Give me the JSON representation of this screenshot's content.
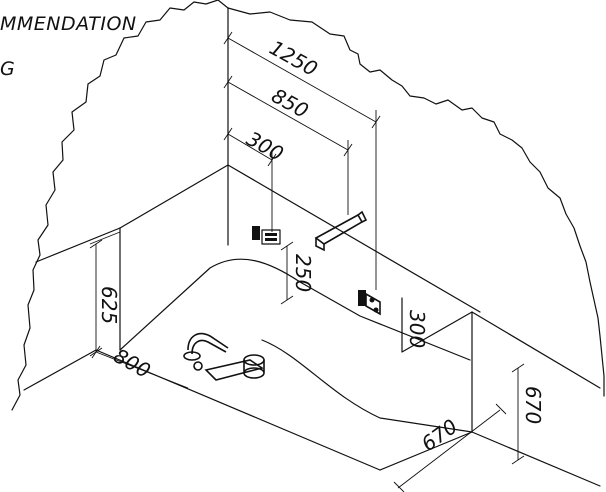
{
  "caption": {
    "line1": "MMENDATION",
    "line2": "G"
  },
  "dimensions": {
    "d1250": "1250",
    "d850": "850",
    "d300_top": "300",
    "d250": "250",
    "d300_side": "300",
    "d625": "625",
    "d800": "800",
    "d670_bottom": "670",
    "d670_side": "670"
  },
  "colors": {
    "ink": "#111111",
    "background": "#ffffff"
  }
}
